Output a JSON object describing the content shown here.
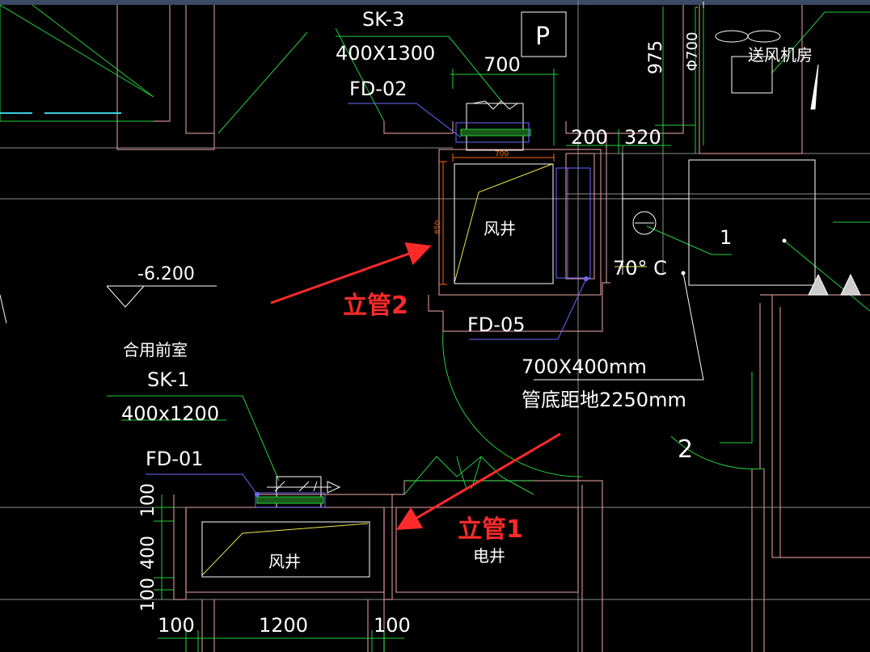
{
  "labels": {
    "sk3_name": "SK-3",
    "sk3_size": "400X1300",
    "fd02": "FD-02",
    "dim_700_top": "700",
    "p_symbol": "P",
    "dim_975": "975",
    "dim_phi700": "Φ700",
    "fan_room": "送风机房",
    "dim_200": "200",
    "dim_320": "320",
    "dim_700_small": "700",
    "dim_850_small": "850",
    "shaft_top": "风井",
    "num_1": "1",
    "temp_70": "70° C",
    "elev": "-6.200",
    "fd05": "FD-05",
    "duct_size": "700X400mm",
    "duct_height": "管底距地2250mm",
    "room_front": "合用前室",
    "sk1_name": "SK-1",
    "sk1_size": "400x1200",
    "fd01": "FD-01",
    "dim_100_v1": "100",
    "dim_400_v": "400",
    "dim_100_v2": "100",
    "shaft_bottom": "风井",
    "elec_shaft": "电井",
    "num_2": "2",
    "dim_100_b1": "100",
    "dim_1200_b": "1200",
    "dim_100_b2": "100"
  },
  "annotations": {
    "riser1": "立管1",
    "riser2": "立管2"
  },
  "colors": {
    "background": "#000000",
    "wall": "#c88a8a",
    "axis": "#9a9a9a",
    "green": "#22d03a",
    "yellow": "#e8e84a",
    "blue": "#6a6aff",
    "cyan": "#39d0e0",
    "orange": "#ff6a00",
    "annotation_red": "#ff2a2a"
  }
}
